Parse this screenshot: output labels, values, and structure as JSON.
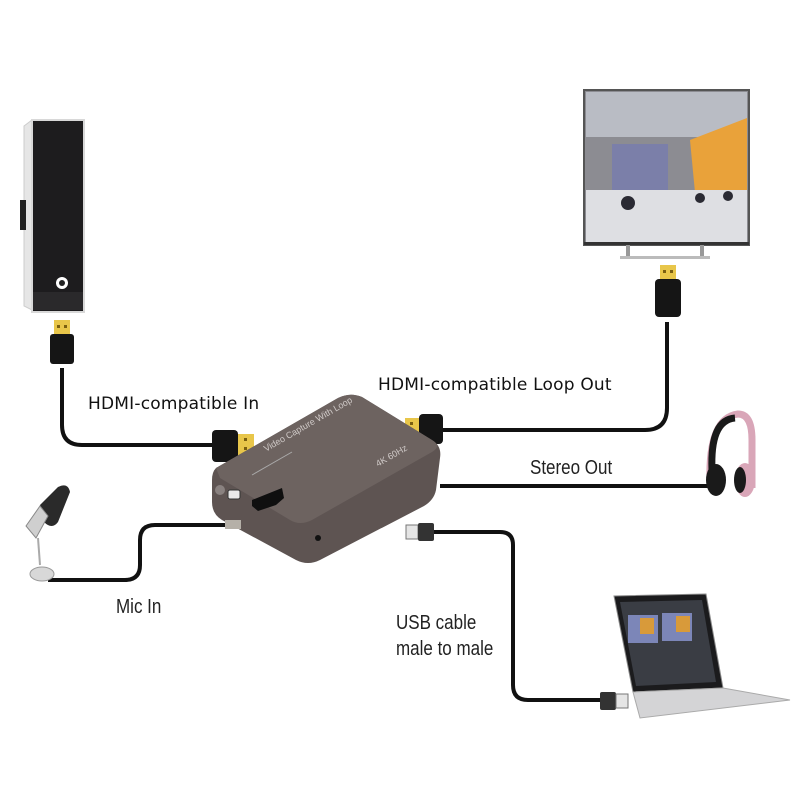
{
  "diagram": {
    "title": "Video capture card connection diagram",
    "device": {
      "name_text": "Video Capture With Loop",
      "spec_text": "4K 60Hz",
      "body_color": "#5e5452"
    },
    "labels": {
      "hdmi_in": "HDMI-compatible In",
      "hdmi_loop_out": "HDMI-compatible Loop Out",
      "stereo_out": "Stereo Out",
      "mic_in": "Mic In",
      "usb_line1": "USB cable",
      "usb_line2": "male to male"
    },
    "nodes": [
      {
        "id": "pc-tower",
        "label": "PC tower (source)"
      },
      {
        "id": "tv-monitor",
        "label": "TV / monitor (loop output)"
      },
      {
        "id": "headphones",
        "label": "Headphones (stereo out)"
      },
      {
        "id": "microphone",
        "label": "Microphone (mic in)"
      },
      {
        "id": "laptop",
        "label": "Laptop (USB host)"
      }
    ],
    "colors": {
      "cable": "#111111",
      "hdmi_gold": "#e8c64a",
      "headphone_pink": "#d9a6b8",
      "tv_wall_orange": "#e9a23a"
    }
  }
}
